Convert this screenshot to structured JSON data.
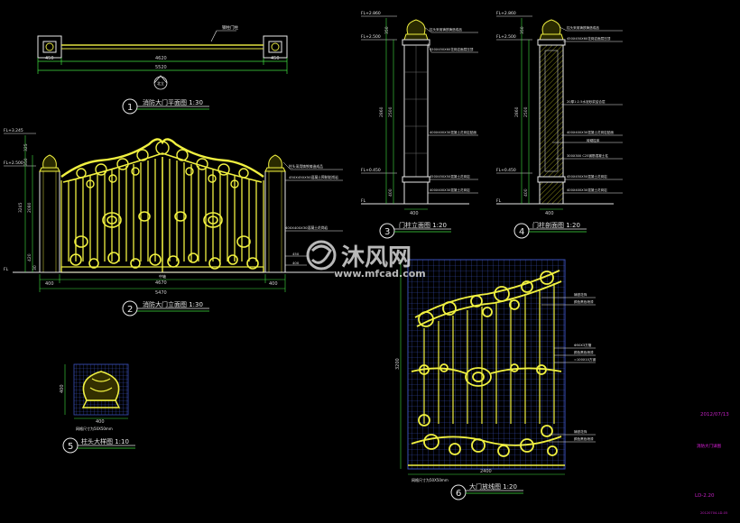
{
  "plan": {
    "title": "消防大门平面图 1:30",
    "num": "1",
    "dim_inner": "4620",
    "dim_total": "5520",
    "dim_left": "450",
    "dim_right": "450",
    "note": "钢柱门柱",
    "north": "北立",
    "top_small": "100"
  },
  "elevation": {
    "title": "消防大门立面图 1:30",
    "num": "2",
    "level_top": "FL+3.245",
    "level_mid": "FL+2.500",
    "level_floor": "FL",
    "dim_left": "400",
    "dim_mid": "4670",
    "dim_right": "400",
    "dim_total": "5470",
    "vdims": [
      "325",
      "350",
      "3245",
      "2080",
      "420",
      "30"
    ],
    "notes": [
      "柱头采用铸铁铸造成品",
      "450X450X50混凝土预制花岗岩",
      "400X400X30混凝土花岗岩",
      "450",
      "400"
    ],
    "center": "中轴"
  },
  "post_elev": {
    "title": "门柱立面图 1:20",
    "num": "3",
    "levels": [
      "FL+2.860",
      "FL+2.500",
      "FL+0.450",
      "FL"
    ],
    "vdims": [
      "350",
      "2860",
      "2500",
      "400"
    ],
    "width": "400",
    "notes": [
      "柱头采用铸铁铸造成品",
      "450X450X60花岗岩面层压顶",
      "400X400X30混凝土花岗岩贴面",
      "450X450X50混凝土花岗岩",
      "400X400X30混凝土花岗岩"
    ]
  },
  "post_sect": {
    "title": "门柱剖面图 1:20",
    "num": "4",
    "levels": [
      "FL+2.860",
      "FL+2.500",
      "FL+0.450",
      "FL"
    ],
    "vdims": [
      "350",
      "2860",
      "2500",
      "400"
    ],
    "width": "400",
    "notes": [
      "柱头采用铸铁铸造成品",
      "450X450X60花岗岩面层压顶",
      "20厚1:2.5水泥砂浆结合层",
      "400X400X30混凝土花岗岩贴面",
      "砖砌柱体",
      "300X300 C25钢筋混凝土柱",
      "450X450X50混凝土花岗岩",
      "400X400X30混凝土花岗岩"
    ]
  },
  "cap": {
    "title": "柱头大样图 1:10",
    "num": "5",
    "dim_h": "400",
    "dim_w": "400",
    "caption": "网格尺寸为50X50mm"
  },
  "lofting": {
    "title": "大门放线图 1:20",
    "num": "6",
    "dim_h": "3200",
    "dim_w": "2400",
    "caption": "网格尺寸为50X50mm",
    "notes": [
      "铸铁花饰",
      "颜色黑色喷漆",
      "Φ50X3方管",
      "颜色黑色喷漆",
      "=100X10方钢",
      "铸铁花饰",
      "颜色黑色喷漆"
    ]
  },
  "titleblock": {
    "date": "2012/07/13",
    "drawing_name": "消防大门详图",
    "code": "LD-2.20",
    "small": "20120704-LD-05"
  },
  "watermark": {
    "brand": "沐风网",
    "url": "www.mfcad.com"
  }
}
